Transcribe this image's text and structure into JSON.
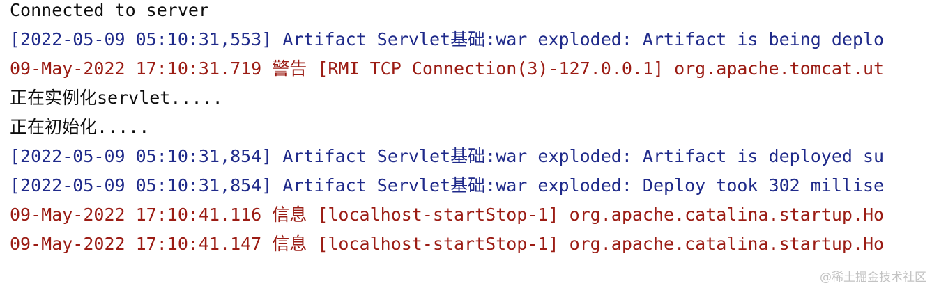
{
  "console": {
    "lines": [
      {
        "text": "Connected to server",
        "kind": "default"
      },
      {
        "text": "[2022-05-09 05:10:31,553] Artifact Servlet基础:war exploded: Artifact is being deplo",
        "kind": "system"
      },
      {
        "text": "09-May-2022 17:10:31.719 警告 [RMI TCP Connection(3)-127.0.0.1] org.apache.tomcat.ut",
        "kind": "stderr"
      },
      {
        "text": "正在实例化servlet.....",
        "kind": "default"
      },
      {
        "text": "正在初始化.....",
        "kind": "default"
      },
      {
        "text": "[2022-05-09 05:10:31,854] Artifact Servlet基础:war exploded: Artifact is deployed su",
        "kind": "system"
      },
      {
        "text": "[2022-05-09 05:10:31,854] Artifact Servlet基础:war exploded: Deploy took 302 millise",
        "kind": "system"
      },
      {
        "text": "09-May-2022 17:10:41.116 信息 [localhost-startStop-1] org.apache.catalina.startup.Ho",
        "kind": "stderr"
      },
      {
        "text": "09-May-2022 17:10:41.147 信息 [localhost-startStop-1] org.apache.catalina.startup.Ho",
        "kind": "stderr"
      }
    ]
  },
  "colors": {
    "default": "#0d0d0d",
    "system": "#1f2a8a",
    "stderr": "#9b1c14",
    "watermark": "#c3c3c3",
    "background": "#ffffff"
  },
  "watermark": "@稀土掘金技术社区"
}
